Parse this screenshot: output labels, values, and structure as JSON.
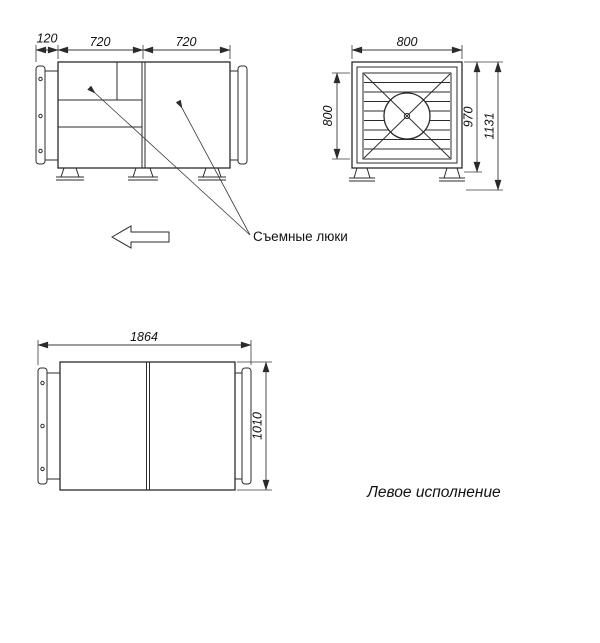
{
  "page": {
    "background": "#ffffff",
    "line_color": "#2b2b2b",
    "dim_color": "#3a3a3a"
  },
  "views": {
    "side_view": {
      "dim_flange": "120",
      "dim_section1": "720",
      "dim_section2": "720"
    },
    "front_view": {
      "dim_width": "800",
      "dim_grille_height": "800",
      "dim_casing_height": "970",
      "dim_overall_height": "1131"
    },
    "plan_view": {
      "dim_length": "1864",
      "dim_depth": "1010"
    },
    "annotations": {
      "removable_hatches": "Съемные люки",
      "variant": "Левое исполнение"
    }
  }
}
